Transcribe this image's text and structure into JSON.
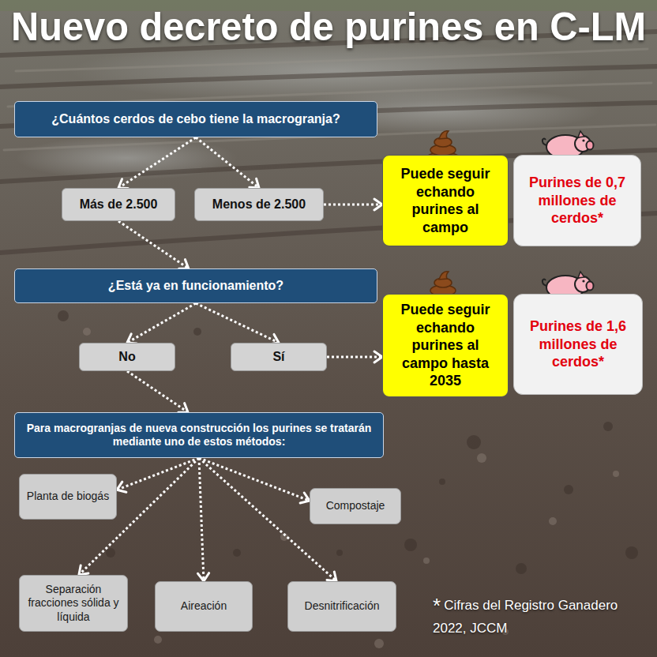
{
  "diagram": {
    "title": "Nuevo decreto de purines en C-LM",
    "nodes": [
      {
        "text": [
          "¿Cuántos cerdos de cebo tiene la macrogranja?"
        ]
      },
      {
        "text": [
          "Más de 2.500"
        ]
      },
      {
        "text": [
          "Menos de 2.500"
        ]
      },
      {
        "text": [
          "Puede seguir echando purines al campo"
        ]
      },
      {
        "text": [
          "Purines de 0,7 millones de cerdos*"
        ]
      },
      {
        "text": [
          "¿Está ya en funcionamiento?"
        ]
      },
      {
        "text": [
          "No"
        ]
      },
      {
        "text": [
          "Sí"
        ]
      },
      {
        "text": [
          "Puede seguir echando purines al campo hasta 2035"
        ]
      },
      {
        "text": [
          "Purines de 1,6 millones de cerdos*"
        ]
      },
      {
        "text": [
          "Para macrogranjas de nueva construcción los purines se tratarán mediante uno de estos métodos:"
        ]
      },
      {
        "text": [
          "Planta de biogás"
        ]
      },
      {
        "text": [
          "Compostaje"
        ]
      },
      {
        "text": [
          "Separación fracciones sólida y líquida"
        ]
      },
      {
        "text": [
          "Aireación"
        ]
      },
      {
        "text": [
          "Desnitrificación"
        ]
      }
    ],
    "edges": [
      {
        "from": 0,
        "to": 1,
        "arrow": "to"
      },
      {
        "from": 0,
        "to": 2,
        "arrow": "to"
      },
      {
        "from": 2,
        "to": 3,
        "arrow": "to"
      },
      {
        "from": 1,
        "to": 5,
        "arrow": "to"
      },
      {
        "from": 5,
        "to": 6,
        "arrow": "to"
      },
      {
        "from": 5,
        "to": 7,
        "arrow": "to"
      },
      {
        "from": 7,
        "to": 8,
        "arrow": "to"
      },
      {
        "from": 6,
        "to": 10,
        "arrow": "to"
      },
      {
        "from": 10,
        "to": 11,
        "arrow": "to"
      },
      {
        "from": 10,
        "to": 12,
        "arrow": "to"
      },
      {
        "from": 10,
        "to": 13,
        "arrow": "to"
      },
      {
        "from": 10,
        "to": 14,
        "arrow": "to"
      },
      {
        "from": 10,
        "to": 15,
        "arrow": "to"
      }
    ],
    "labels": [
      "*",
      "Cifras del Registro Ganadero 2022, JCCM"
    ]
  }
}
